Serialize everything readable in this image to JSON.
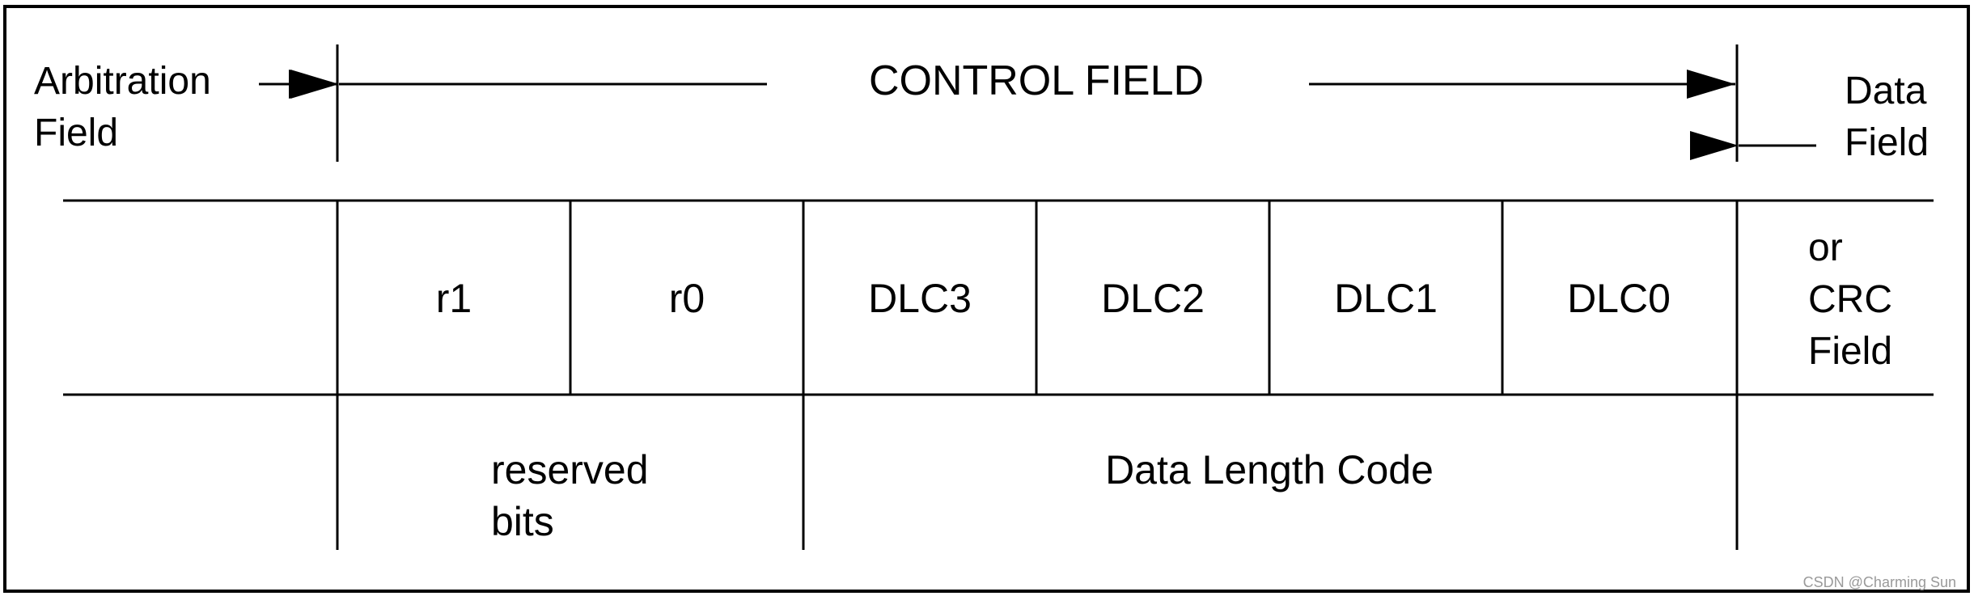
{
  "header": {
    "arbitration_field": [
      "Arbitration",
      "Field"
    ],
    "control_field": "CONTROL FIELD",
    "data_field": [
      "Data",
      "Field"
    ]
  },
  "bits": [
    "r1",
    "r0",
    "DLC3",
    "DLC2",
    "DLC1",
    "DLC0"
  ],
  "next_field_continuation": [
    "or",
    "CRC",
    "Field"
  ],
  "groups": {
    "reserved_bits": [
      "reserved",
      "bits"
    ],
    "data_length_code": "Data Length Code"
  },
  "watermark": "CSDN @Charming Sun"
}
